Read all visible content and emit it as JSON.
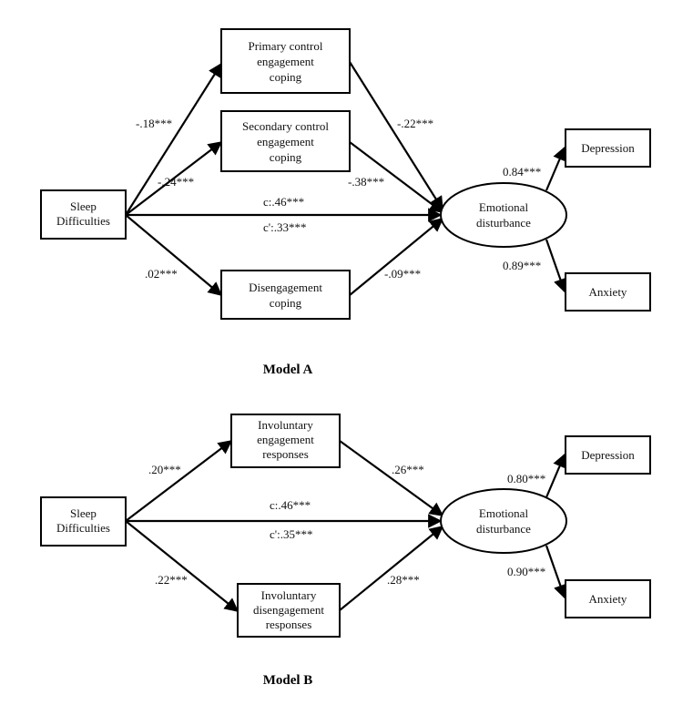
{
  "modelA": {
    "title": "Model A",
    "nodes": {
      "sleep": [
        "Sleep",
        "Difficulties"
      ],
      "primary": [
        "Primary control",
        "engagement",
        "coping"
      ],
      "secondary": [
        "Secondary control",
        "engagement",
        "coping"
      ],
      "diseng": [
        "Disengagement",
        "coping"
      ],
      "emotional": [
        "Emotional",
        "disturbance"
      ],
      "depression": [
        "Depression"
      ],
      "anxiety": [
        "Anxiety"
      ]
    },
    "coefficients": {
      "sleep_primary": "-.18***",
      "sleep_secondary": "-.24***",
      "sleep_diseng": ".02***",
      "c_total": "c:.46***",
      "c_direct": "c':.33***",
      "primary_emotional": "-.22***",
      "secondary_emotional": "-.38***",
      "diseng_emotional": "-.09***",
      "emotional_depression": "0.84***",
      "emotional_anxiety": "0.89***"
    }
  },
  "modelB": {
    "title": "Model B",
    "nodes": {
      "sleep": [
        "Sleep",
        "Difficulties"
      ],
      "invEng": [
        "Involuntary",
        "engagement",
        "responses"
      ],
      "invDiseng": [
        "Involuntary",
        "disengagement",
        "responses"
      ],
      "emotional": [
        "Emotional",
        "disturbance"
      ],
      "depression": [
        "Depression"
      ],
      "anxiety": [
        "Anxiety"
      ]
    },
    "coefficients": {
      "sleep_invEng": ".20***",
      "sleep_invDiseng": ".22***",
      "c_total": "c:.46***",
      "c_direct": "c':.35***",
      "invEng_emotional": ".26***",
      "invDiseng_emotional": ".28***",
      "emotional_depression": "0.80***",
      "emotional_anxiety": "0.90***"
    }
  }
}
